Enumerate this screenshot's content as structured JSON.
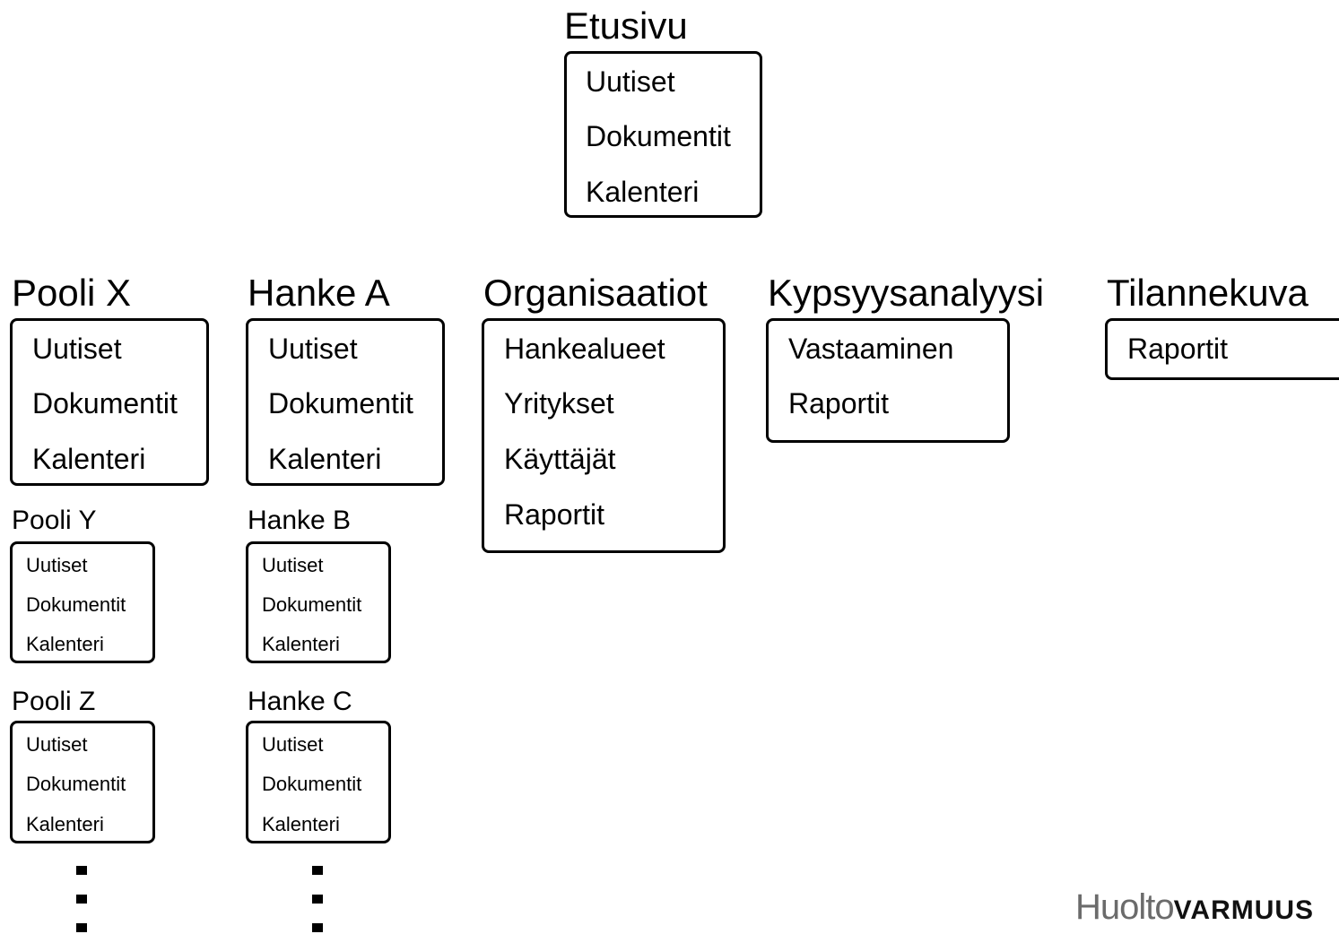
{
  "etusivu": {
    "title": "Etusivu",
    "items": [
      "Uutiset",
      "Dokumentit",
      "Kalenteri"
    ]
  },
  "pooli_x": {
    "title": "Pooli X",
    "items": [
      "Uutiset",
      "Dokumentit",
      "Kalenteri"
    ]
  },
  "hanke_a": {
    "title": "Hanke A",
    "items": [
      "Uutiset",
      "Dokumentit",
      "Kalenteri"
    ]
  },
  "organisaatiot": {
    "title": "Organisaatiot",
    "items": [
      "Hankealueet",
      "Yritykset",
      "Käyttäjät",
      "Raportit"
    ]
  },
  "kypsyysanalyysi": {
    "title": "Kypsyysanalyysi",
    "items": [
      "Vastaaminen",
      "Raportit"
    ]
  },
  "tilannekuva": {
    "title": "Tilannekuva",
    "items": [
      "Raportit"
    ]
  },
  "pooli_y": {
    "title": "Pooli Y",
    "items": [
      "Uutiset",
      "Dokumentit",
      "Kalenteri"
    ]
  },
  "hanke_b": {
    "title": "Hanke B",
    "items": [
      "Uutiset",
      "Dokumentit",
      "Kalenteri"
    ]
  },
  "pooli_z": {
    "title": "Pooli Z",
    "items": [
      "Uutiset",
      "Dokumentit",
      "Kalenteri"
    ]
  },
  "hanke_c": {
    "title": "Hanke C",
    "items": [
      "Uutiset",
      "Dokumentit",
      "Kalenteri"
    ]
  },
  "logo": {
    "part1": "Huolto",
    "part2": "VARMUUS"
  }
}
